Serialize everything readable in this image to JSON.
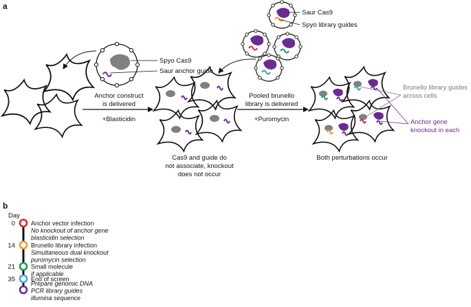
{
  "panel_a": {
    "label": "a",
    "stage1": {
      "virus_labels": {
        "cas9": "Spyo Cas9",
        "guide": "Saur anchor guide"
      },
      "arrow_top": [
        "Anchor construct",
        "is delivered"
      ],
      "arrow_bottom": "+Blasticidin"
    },
    "stage2": {
      "virus_labels": {
        "cas9": "Saur Cas9",
        "guides": "Spyo library guides"
      },
      "arrow_top": [
        "Pooled brunello",
        "library is delivered"
      ],
      "arrow_bottom": "+Puromycin",
      "caption": [
        "Cas9 and guide do",
        "not associate, knockout",
        "does not occur"
      ]
    },
    "stage3": {
      "label_library": [
        "Brunello library guides",
        "across cells"
      ],
      "label_anchor": [
        "Anchor gene",
        "knockout in each"
      ],
      "caption": "Both perturbations occur"
    },
    "colors": {
      "purple": "#6a2b91",
      "gray": "#7f7f7f",
      "red": "#e0262b",
      "orange": "#f29a27",
      "green": "#1f9a4a",
      "cyan": "#22a6b3",
      "label_gray": "#7a7a7a"
    }
  },
  "panel_b": {
    "label": "b",
    "axis_title": "Day",
    "events": [
      {
        "day": "0",
        "title": "Anchor vector infection",
        "notes": [
          "No knockout of anchor gene",
          "blasticidin selection"
        ],
        "color": "#e0262b"
      },
      {
        "day": "14",
        "title": "Brunello library infection",
        "notes": [
          "Simultaneous dual knockout",
          "puromycin selection"
        ],
        "color": "#f29a27"
      },
      {
        "day": "21",
        "title": "Small molecule",
        "notes": [
          "if applicable"
        ],
        "color": "#1f9a4a"
      },
      {
        "day": "35",
        "title": "End of screen",
        "notes": [],
        "color": "#3fa9e0"
      },
      {
        "day": "",
        "title": "",
        "notes": [
          "Prepare genomic DNA",
          "PCR library guides",
          "illumina sequence"
        ],
        "color": "#6a2b91"
      }
    ]
  }
}
